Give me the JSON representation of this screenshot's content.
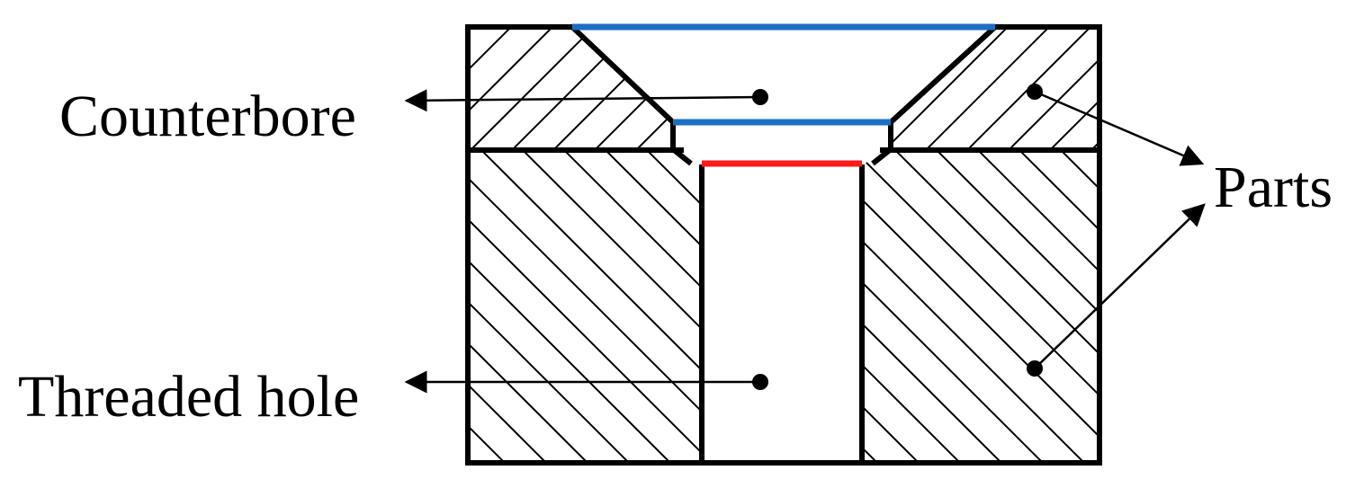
{
  "labels": {
    "counterbore": "Counterbore",
    "threaded_hole": "Threaded hole",
    "parts": "Parts"
  },
  "colors": {
    "outline": "#000000",
    "counterbore_edges": "#1a6fc2",
    "thread_edge": "#ff1a1a",
    "background": "#ffffff"
  }
}
